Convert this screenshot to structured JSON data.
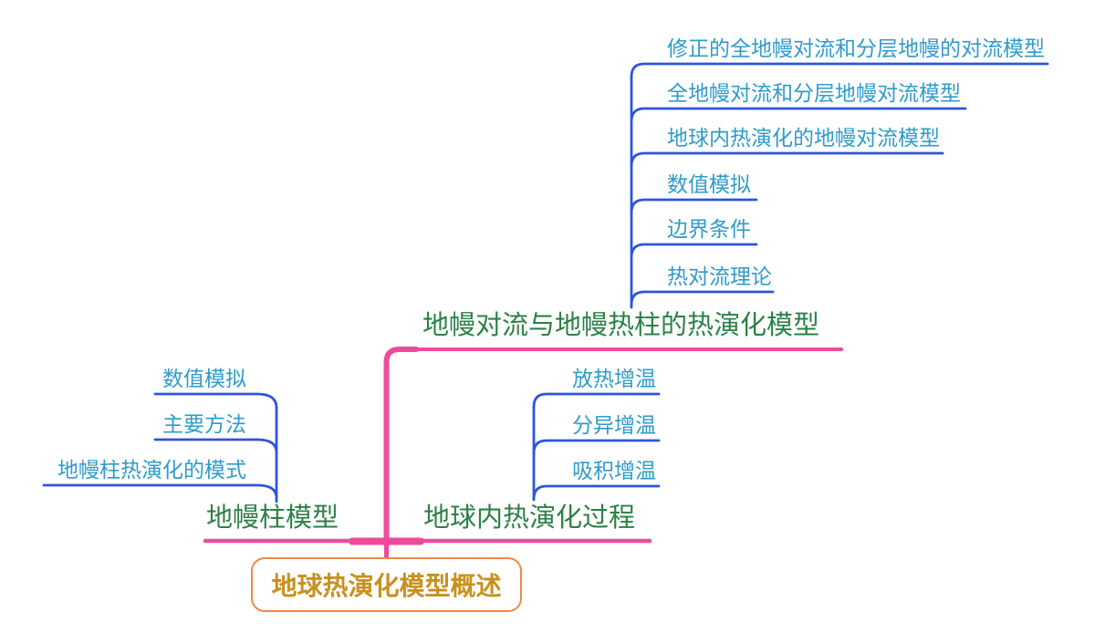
{
  "mindmap": {
    "root": {
      "label": "地球热演化模型概述"
    },
    "branches": [
      {
        "label": "地幔对流与地幔热柱的热演化模型",
        "children": [
          "修正的全地幔对流和分层地幔的对流模型",
          "全地幔对流和分层地幔对流模型",
          "地球内热演化的地幔对流模型",
          "数值模拟",
          "边界条件",
          "热对流理论"
        ]
      },
      {
        "label": "地幔柱模型",
        "children": [
          "数值模拟",
          "主要方法",
          "地幔柱热演化的模式"
        ]
      },
      {
        "label": "地球内热演化过程",
        "children": [
          "放热增温",
          "分异增温",
          "吸积增温"
        ]
      }
    ],
    "colors": {
      "branch_edge_pink": "#f04a9c",
      "child_edge_blue": "#2f55dc",
      "child_text_teal": "#2f9bcb",
      "branch_text_green": "#2d8046",
      "root_border_orange": "#f08846",
      "root_text_gold": "#c8911f",
      "background": "#ffffff"
    }
  }
}
